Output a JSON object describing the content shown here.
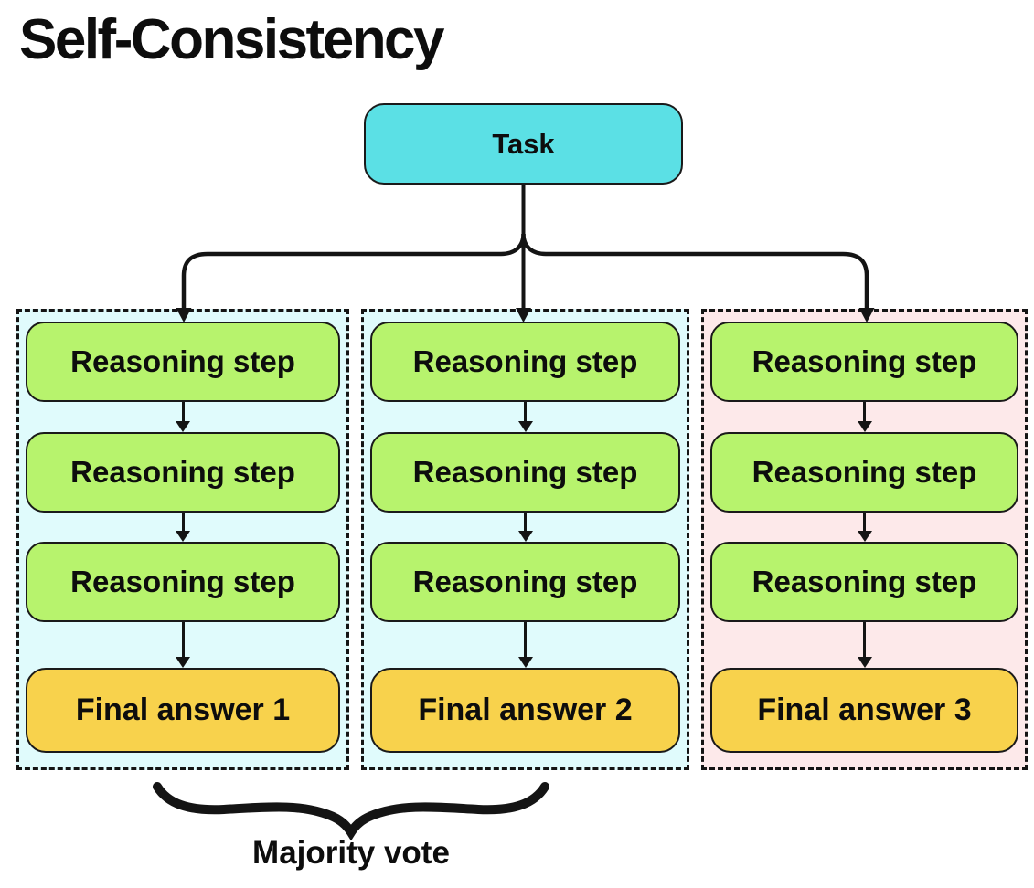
{
  "title": "Self-Consistency",
  "task": {
    "label": "Task"
  },
  "columns": [
    {
      "name": "reasoning-chain-1",
      "background": "#E0FBFC",
      "steps": [
        "Reasoning step",
        "Reasoning step",
        "Reasoning step"
      ],
      "final_answer": "Final answer 1"
    },
    {
      "name": "reasoning-chain-2",
      "background": "#E0FBFC",
      "steps": [
        "Reasoning step",
        "Reasoning step",
        "Reasoning step"
      ],
      "final_answer": "Final answer 2"
    },
    {
      "name": "reasoning-chain-3",
      "background": "#FDE9EA",
      "steps": [
        "Reasoning step",
        "Reasoning step",
        "Reasoning step"
      ],
      "final_answer": "Final answer 3"
    }
  ],
  "brace": {
    "label": "Majority vote"
  },
  "colors": {
    "task_fill": "#5BE0E5",
    "step_fill": "#B7F36D",
    "final_fill": "#F8D24C",
    "column_cyan_bg": "#E0FBFC",
    "column_pink_bg": "#FDE9EA",
    "stroke": "#141414",
    "page_bg": "#FFFFFF"
  }
}
